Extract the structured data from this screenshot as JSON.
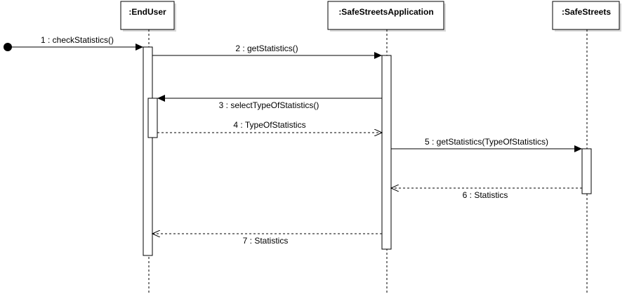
{
  "lifelines": [
    {
      "name": ":EndUser"
    },
    {
      "name": ":SafeStreetsApplication"
    },
    {
      "name": ":SafeStreets"
    }
  ],
  "messages": [
    {
      "label": "1 : checkStatistics()",
      "kind": "found"
    },
    {
      "label": "2 : getStatistics()",
      "kind": "sync"
    },
    {
      "label": "3 : selectTypeOfStatistics()",
      "kind": "sync"
    },
    {
      "label": "4 : TypeOfStatistics",
      "kind": "return"
    },
    {
      "label": "5 : getStatistics(TypeOfStatistics)",
      "kind": "sync"
    },
    {
      "label": "6 : Statistics",
      "kind": "return"
    },
    {
      "label": "7 : Statistics",
      "kind": "return"
    }
  ],
  "colors": {
    "line": "#000000",
    "box_fill": "#ffffff",
    "box_shadow": "#d9d9d9"
  }
}
